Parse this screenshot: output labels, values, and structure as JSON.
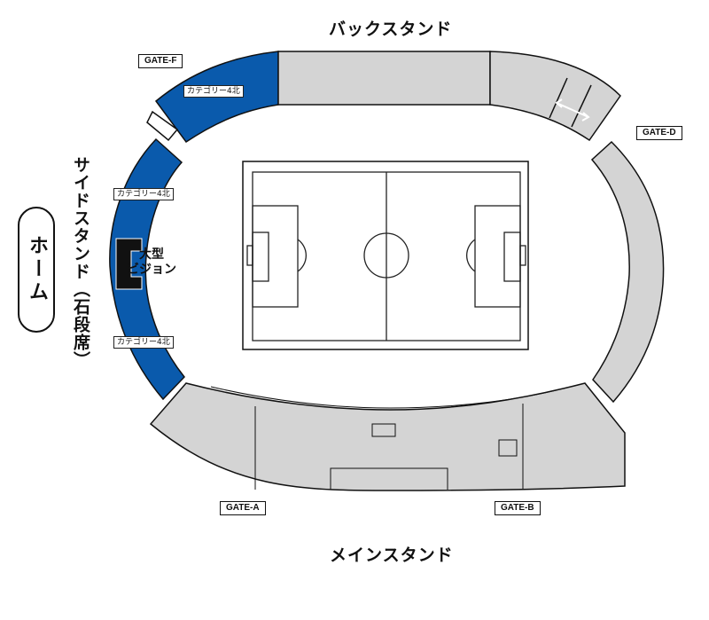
{
  "stands": {
    "back": "バックスタンド",
    "main": "メインスタンド",
    "side": "サイドスタンド（石段席）",
    "home": "ホーム"
  },
  "gates": {
    "a": "GATE-A",
    "b": "GATE-B",
    "d": "GATE-D",
    "f": "GATE-F"
  },
  "categories": {
    "top": "カテゴリー4北",
    "mid": "カテゴリー4北",
    "bottom": "カテゴリー4北"
  },
  "vision": {
    "line1": "大型",
    "line2": "ビジョン"
  },
  "colors": {
    "category_blue": "#0a5aac",
    "stand_gray": "#d4d4d4",
    "outline": "#111111",
    "pitch_line": "#222222"
  },
  "icons": {
    "screen": "large-vision-screen-icon",
    "arrow": "double-arrow-icon"
  }
}
